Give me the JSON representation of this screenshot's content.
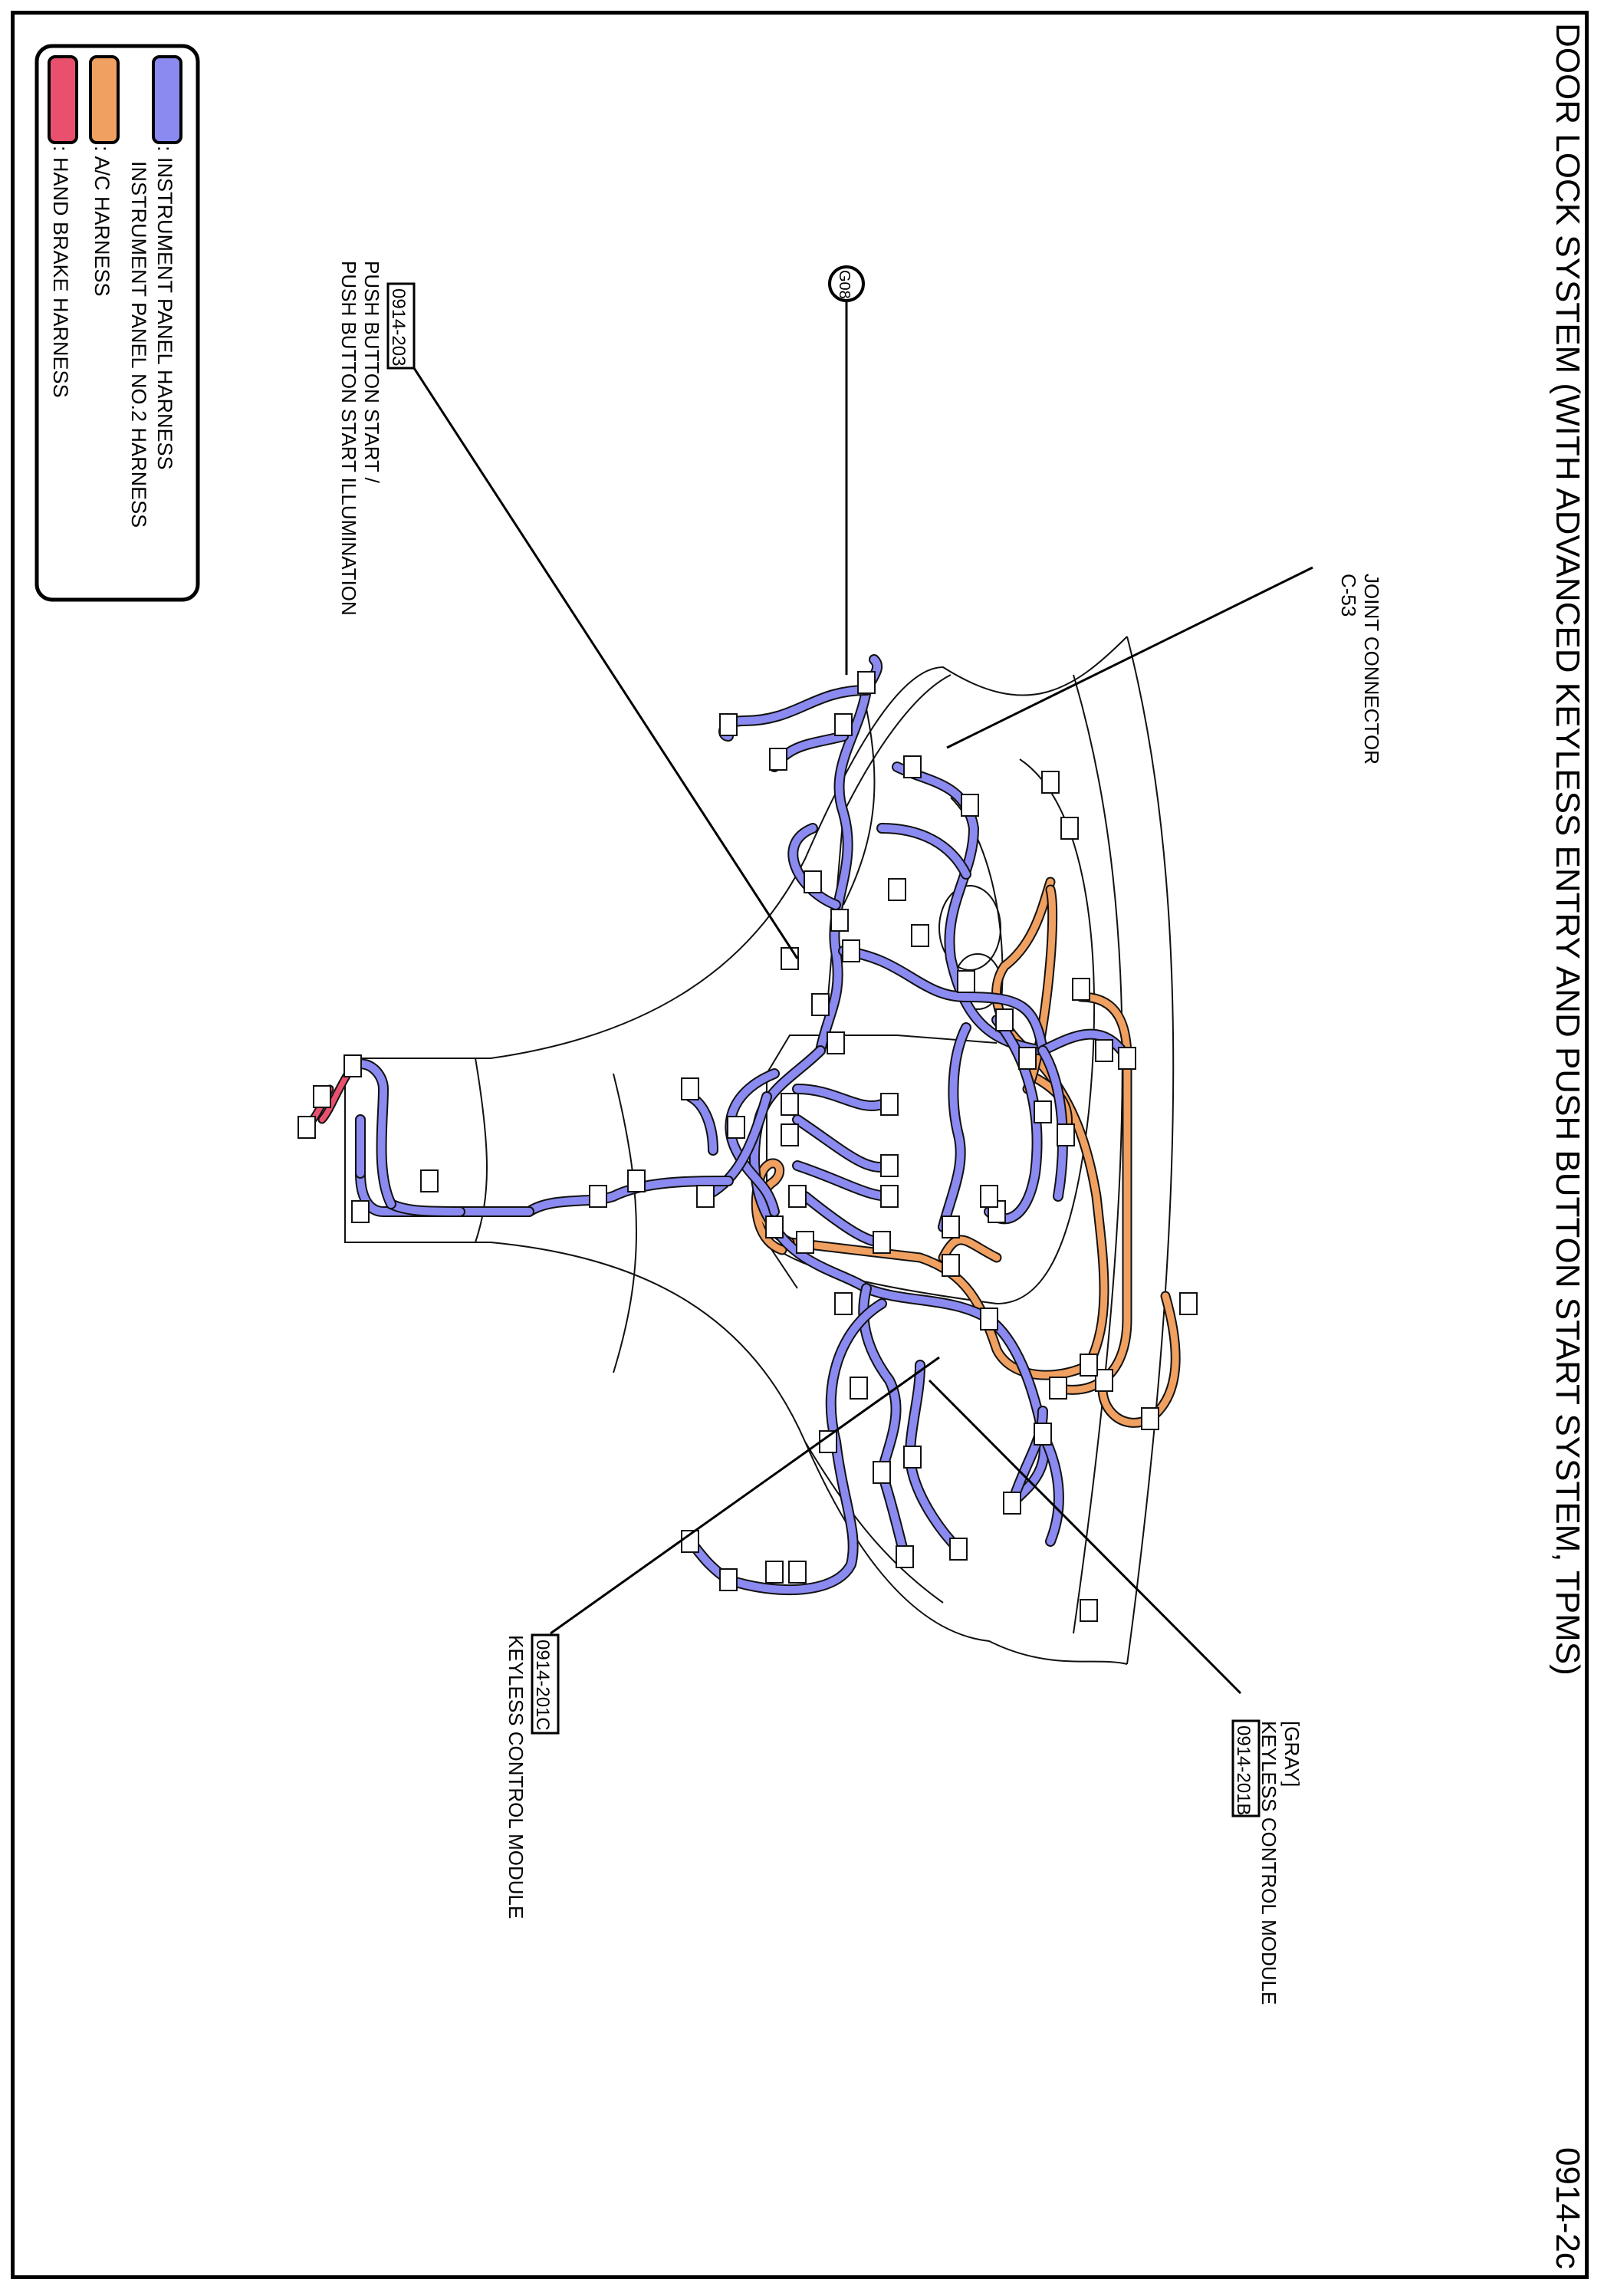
{
  "page": {
    "title": "DOOR LOCK SYSTEM (WITH ADVANCED KEYLESS ENTRY AND PUSH BUTTON START SYSTEM, TPMS)",
    "page_number": "0914-2c"
  },
  "legend": [
    {
      "label": ": INSTRUMENT PANEL HARNESS",
      "label2": "INSTRUMENT PANEL NO.2 HARNESS",
      "color": "#8a8af0"
    },
    {
      "label": ": A/C HARNESS",
      "label2": "",
      "color": "#f0a060"
    },
    {
      "label": ": HAND BRAKE HARNESS",
      "label2": "",
      "color": "#e8506e"
    }
  ],
  "ground": {
    "label": "G08"
  },
  "callouts": {
    "push_button": {
      "code": "0914-203",
      "line1": "PUSH BUTTON START /",
      "line2": "PUSH BUTTON START ILLUMINATION"
    },
    "joint_connector": {
      "line1": "JOINT CONNECTOR",
      "line2": "C-53"
    },
    "keyless_c": {
      "code": "0914-201C",
      "line1": "KEYLESS CONTROL MODULE"
    },
    "keyless_b": {
      "code": "0914-201B",
      "line1": "KEYLESS CONTROL MODULE",
      "line2": "[GRAY]"
    }
  },
  "colors": {
    "ip_harness": "#8a8af0",
    "ac_harness": "#f0a060",
    "hand_brake": "#e8506e",
    "outline": "#111111"
  }
}
